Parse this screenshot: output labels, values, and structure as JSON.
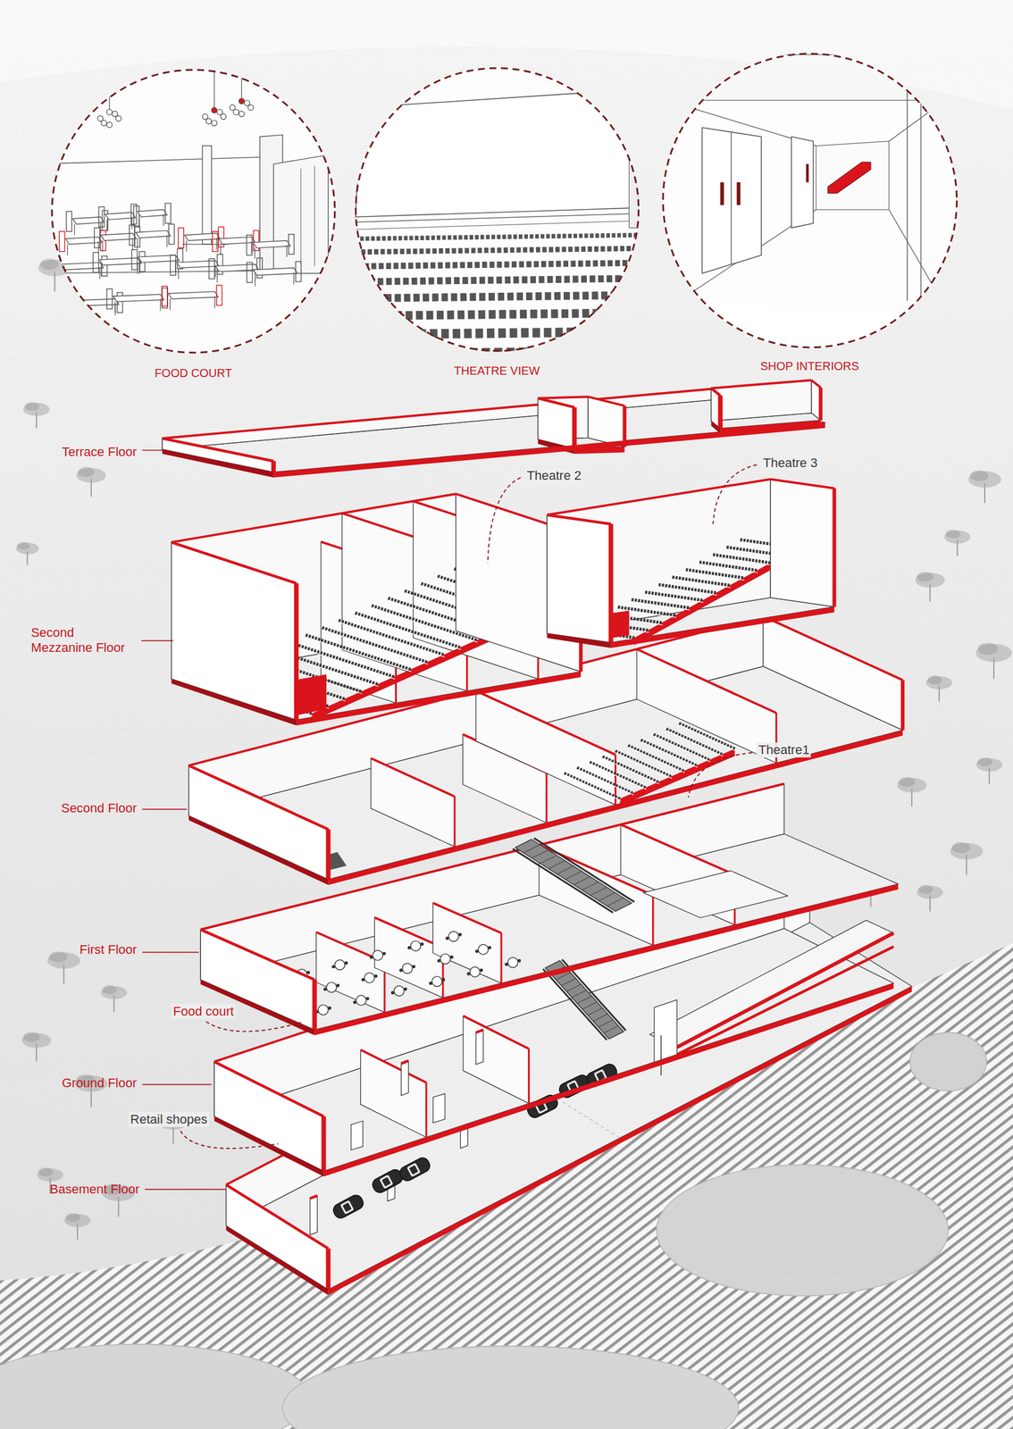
{
  "diagram": {
    "nodes": [
      {
        "text": [
          "FOOD COURT"
        ]
      },
      {
        "text": [
          "THEATRE VIEW"
        ]
      },
      {
        "text": [
          "SHOP INTERIORS"
        ]
      }
    ],
    "labels": [
      "Terrace Floor",
      "Theatre 2",
      "Theatre 3",
      "Second Mezzanine Floor",
      "Second Floor",
      "Theatre1",
      "First Floor",
      "Food court",
      "Ground Floor",
      "Retail shopes",
      "Basement Floor"
    ]
  }
}
